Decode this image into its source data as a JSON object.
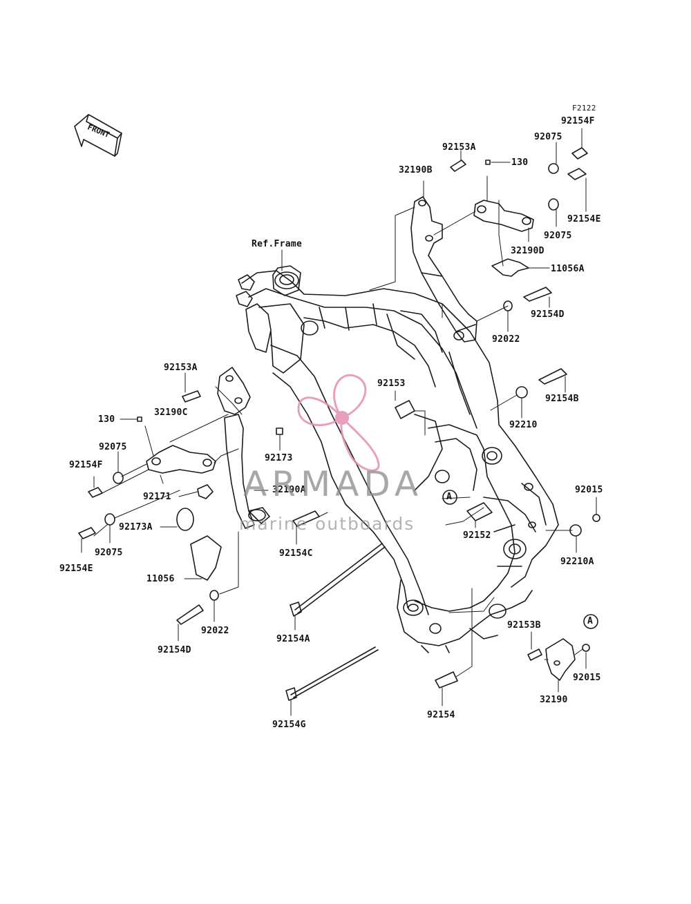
{
  "figure_code": "F2122",
  "front_label": "FRONT",
  "ref_frame": "Ref.Frame",
  "callout_a": "A",
  "parts": {
    "p92154F_top": "92154F",
    "p92075_top": "92075",
    "p92153A_top": "92153A",
    "p130_top": "130",
    "p32190B": "32190B",
    "p92154E_right": "92154E",
    "p92075_right": "92075",
    "p32190D": "32190D",
    "p11056A": "11056A",
    "p92154D_right": "92154D",
    "p92022_right": "92022",
    "p92153_center": "92153",
    "p92154B": "92154B",
    "p92210": "92210",
    "p92153A_left": "92153A",
    "p130_left": "130",
    "p32190C": "32190C",
    "p92173": "92173",
    "p92075_left": "92075",
    "p92154F_left": "92154F",
    "p92171": "92171",
    "p32190A": "32190A",
    "p92173A": "92173A",
    "p92075_left2": "92075",
    "p92154E_left": "92154E",
    "p92154C": "92154C",
    "p92152": "92152",
    "p92015_top": "92015",
    "p92210A": "92210A",
    "p11056": "11056",
    "p92022_left": "92022",
    "p92154D_left": "92154D",
    "p92154A": "92154A",
    "p92153B": "92153B",
    "p92015_bottom": "92015",
    "p32190": "32190",
    "p92154": "92154",
    "p92154G": "92154G"
  },
  "watermark": {
    "title": "ARMADA",
    "subtitle": "marine outboards",
    "color": "#e48fb5"
  }
}
